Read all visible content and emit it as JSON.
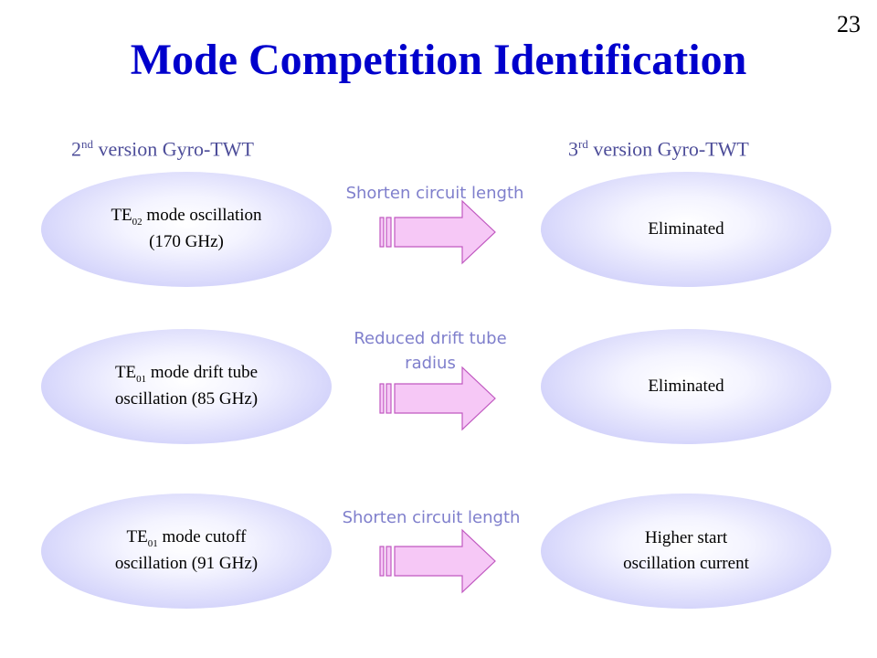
{
  "page_number": "23",
  "title": "Mode Competition Identification",
  "columns": {
    "left": {
      "sup": "nd",
      "prefix": "2",
      "rest": " version Gyro-TWT"
    },
    "right": {
      "sup": "rd",
      "prefix": "3",
      "rest": " version Gyro-TWT"
    }
  },
  "rows": [
    {
      "left": {
        "pre": "TE",
        "sub": "02",
        "post": " mode oscillation",
        "line2": "(170 GHz)"
      },
      "action": {
        "line1": "Shorten circuit length",
        "line2": ""
      },
      "right": {
        "line1": "Eliminated",
        "line2": ""
      }
    },
    {
      "left": {
        "pre": "TE",
        "sub": "01",
        "post": " mode drift tube",
        "line2": "oscillation (85 GHz)"
      },
      "action": {
        "line1": "Reduced drift tube",
        "line2": "radius"
      },
      "right": {
        "line1": "Eliminated",
        "line2": ""
      }
    },
    {
      "left": {
        "pre": "TE",
        "sub": "01",
        "post": " mode cutoff",
        "line2": "oscillation (91 GHz)"
      },
      "action": {
        "line1": "Shorten circuit length",
        "line2": ""
      },
      "right": {
        "line1": "Higher start",
        "line2": "oscillation current"
      }
    }
  ],
  "colors": {
    "title": "#0000cc",
    "column_heading": "#4d4d99",
    "action_label": "#7f7fcc",
    "arrow_fill": "#f6c8f6",
    "arrow_stroke": "#c058c0"
  }
}
